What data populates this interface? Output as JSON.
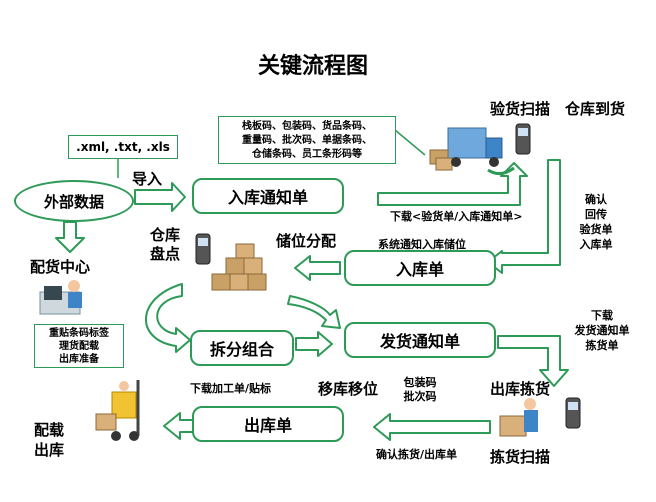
{
  "title": "关键流程图",
  "steps": {
    "inbound_notice": "入库通知单",
    "inbound": "入库单",
    "outbound_notice": "发货通知单",
    "split": "拆分组合",
    "outbound": "出库单"
  },
  "external_data": "外部数据",
  "formats": ".xml, .txt, .xls",
  "import_label": "导入",
  "barcode_note": [
    "栈板码、包装码、货品条码、",
    "重量码、批次码、单据条码、",
    "仓储条码、员工条形码等"
  ],
  "labels": {
    "verify_scan": "验货扫描",
    "warehouse_arrival": "仓库到货",
    "download_verify": "下载<验货单/入库通知单>",
    "confirm_return": [
      "确认",
      "回传",
      "验货单",
      "入库单"
    ],
    "system_notify": "系统通知入库储位",
    "storage_alloc": "储位分配",
    "warehouse_inventory": [
      "仓库",
      "盘点"
    ],
    "dc": "配货中心",
    "relabel": [
      "重贴条码标签",
      "理货配载",
      "出库准备"
    ],
    "download_ship": [
      "下载",
      "发货通知单",
      "拣货单"
    ],
    "download_work": "下载加工单/贴标",
    "move": "移库移位",
    "pack_batch": [
      "包装码",
      "批次码"
    ],
    "outbound_pick": "出库拣货",
    "confirm_pick": "确认拣货/出库单",
    "pick_scan": "拣货扫描",
    "load_out": [
      "配载",
      "出库"
    ]
  }
}
